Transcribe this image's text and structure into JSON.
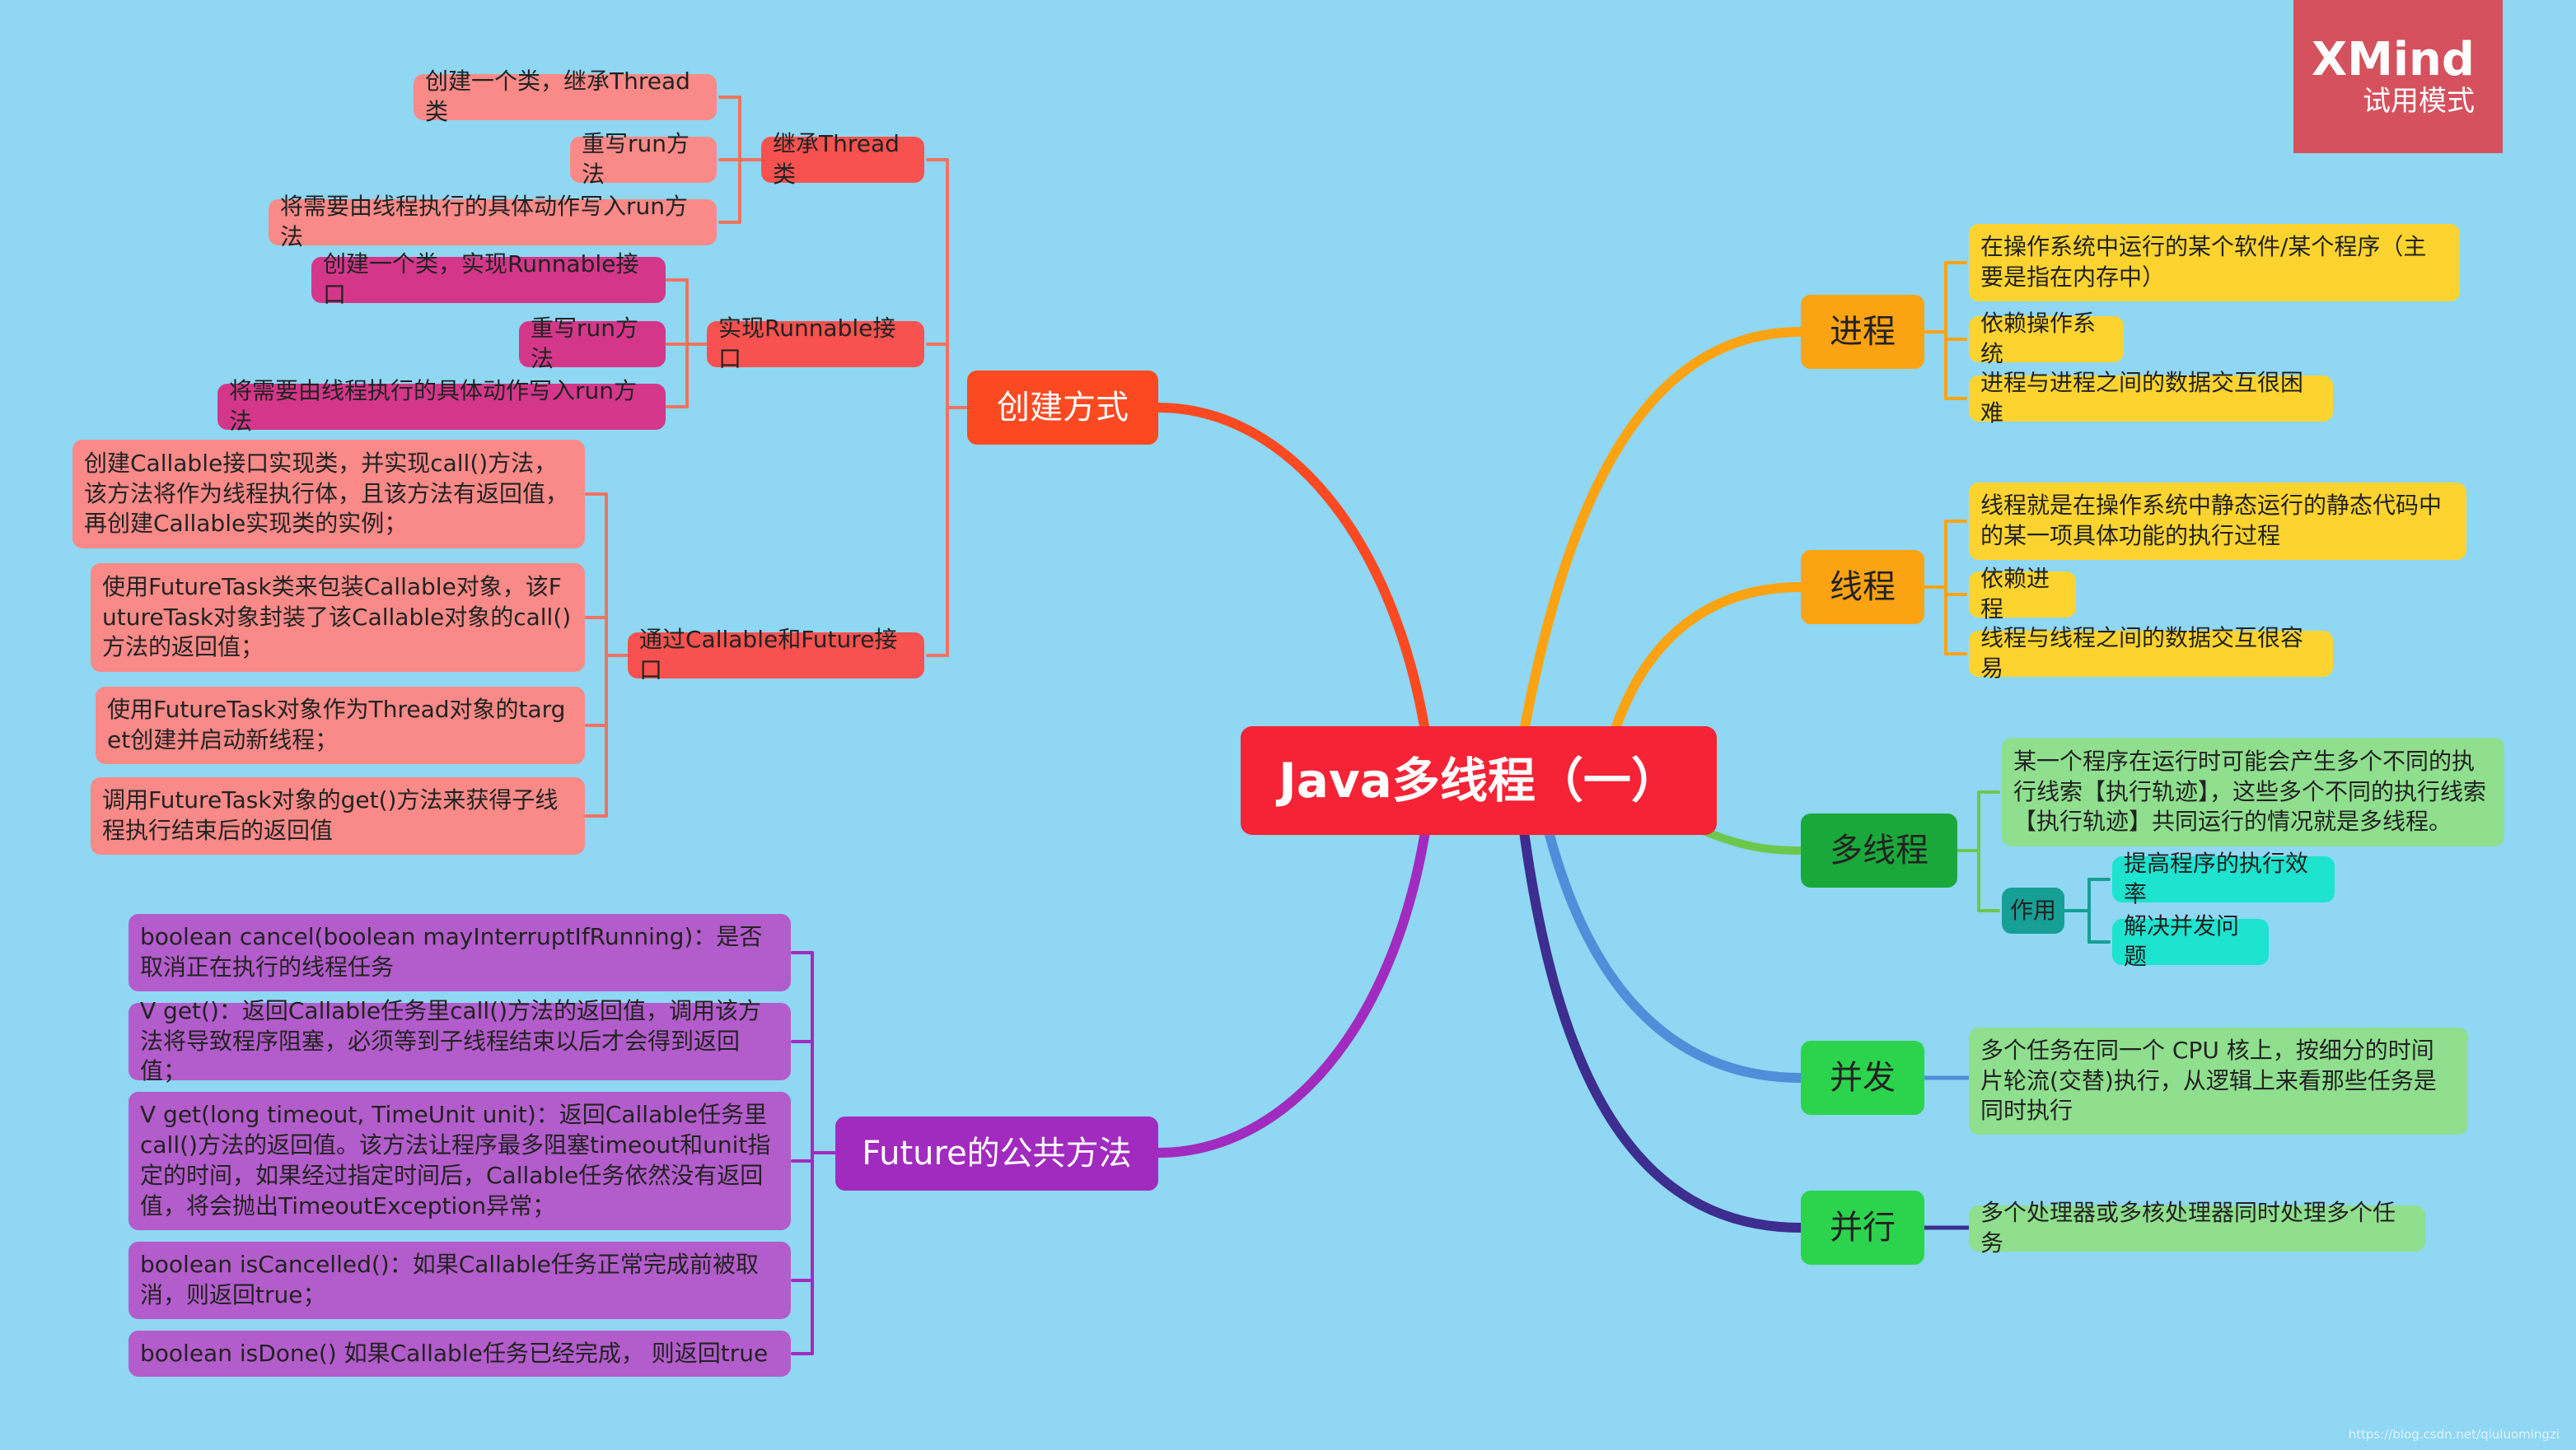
{
  "center": {
    "label": "Java多线程（一）"
  },
  "colors": {
    "background": "#8fd7f3",
    "center": "#f52335",
    "create": "#fb4a22",
    "future": "#a12bbf",
    "process": "#fca313",
    "thread": "#fca313",
    "multithread": "#1aa83b",
    "concurrency": "#2cd44e",
    "parallel": "#2cd44e"
  },
  "branches": {
    "create": {
      "label": "创建方式",
      "subs": [
        {
          "label": "继承Thread类",
          "leaves": [
            "创建一个类，继承Thread类",
            "重写run方法",
            "将需要由线程执行的具体动作写入run方法"
          ]
        },
        {
          "label": "实现Runnable接口",
          "leaves": [
            "创建一个类，实现Runnable接口",
            "重写run方法",
            "将需要由线程执行的具体动作写入run方法"
          ]
        },
        {
          "label": "通过Callable和Future接口",
          "leaves": [
            "创建Callable接口实现类，并实现call()方法，该方法将作为线程执行体，且该方法有返回值，再创建Callable实现类的实例；",
            "使用FutureTask类来包装Callable对象，该FutureTask对象封装了该Callable对象的call()方法的返回值；",
            "使用FutureTask对象作为Thread对象的target创建并启动新线程；",
            "调用FutureTask对象的get()方法来获得子线程执行结束后的返回值"
          ]
        }
      ]
    },
    "future": {
      "label": "Future的公共方法",
      "leaves": [
        "boolean cancel(boolean mayInterruptIfRunning)：是否取消正在执行的线程任务",
        "V get()：返回Callable任务里call()方法的返回值，调用该方法将导致程序阻塞，必须等到子线程结束以后才会得到返回值；",
        "V get(long timeout, TimeUnit unit)：返回Callable任务里call()方法的返回值。该方法让程序最多阻塞timeout和unit指定的时间，如果经过指定时间后，Callable任务依然没有返回值，将会抛出TimeoutException异常；",
        "boolean isCancelled()：如果Callable任务正常完成前被取消，则返回true；",
        "boolean isDone() 如果Callable任务已经完成， 则返回true"
      ]
    },
    "process": {
      "label": "进程",
      "leaves": [
        "在操作系统中运行的某个软件/某个程序（主要是指在内存中）",
        "依赖操作系统",
        "进程与进程之间的数据交互很困难"
      ]
    },
    "thread": {
      "label": "线程",
      "leaves": [
        "线程就是在操作系统中静态运行的静态代码中的某一项具体功能的执行过程",
        "依赖进程",
        "线程与线程之间的数据交互很容易"
      ]
    },
    "multithread": {
      "label": "多线程",
      "desc": "某一个程序在运行时可能会产生多个不同的执行线索【执行轨迹】，这些多个不同的执行线索【执行轨迹】共同运行的情况就是多线程。",
      "role": {
        "label": "作用",
        "leaves": [
          "提高程序的执行效率",
          "解决并发问题"
        ]
      }
    },
    "concurrency": {
      "label": "并发",
      "desc": "多个任务在同一个 CPU 核上，按细分的时间片轮流(交替)执行，从逻辑上来看那些任务是同时执行"
    },
    "parallel": {
      "label": "并行",
      "desc": "多个处理器或多核处理器同时处理多个任务"
    }
  },
  "brand": {
    "name": "XMind",
    "mode": "试用模式"
  },
  "watermark": "https://blog.csdn.net/qiuluomingzi"
}
